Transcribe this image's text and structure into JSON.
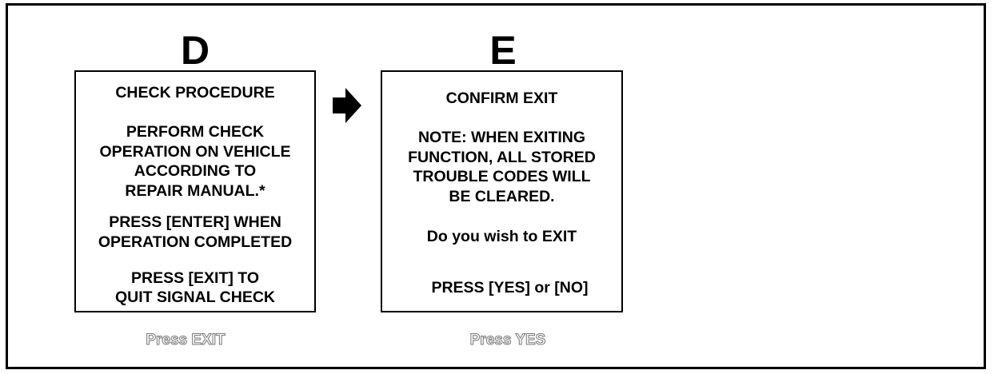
{
  "steps": {
    "d": {
      "letter": "D",
      "lines": [
        "CHECK PROCEDURE",
        "PERFORM CHECK",
        "OPERATION ON VEHICLE",
        "ACCORDING TO",
        "REPAIR MANUAL.*",
        "PRESS [ENTER] WHEN",
        "OPERATION COMPLETED",
        "PRESS [EXIT] TO",
        "QUIT SIGNAL CHECK"
      ],
      "caption": "Press EXIT"
    },
    "e": {
      "letter": "E",
      "lines": [
        "CONFIRM EXIT",
        "NOTE: WHEN EXITING",
        "FUNCTION, ALL STORED",
        "TROUBLE CODES WILL",
        "BE CLEARED.",
        "Do you wish to EXIT",
        "PRESS [YES] or [NO]"
      ],
      "caption": "Press YES"
    }
  },
  "icons": {
    "transition_arrow": "arrow-right-icon"
  },
  "colors": {
    "ink": "#000000",
    "caption_outline": "#7a7a7a",
    "background": "#ffffff"
  }
}
